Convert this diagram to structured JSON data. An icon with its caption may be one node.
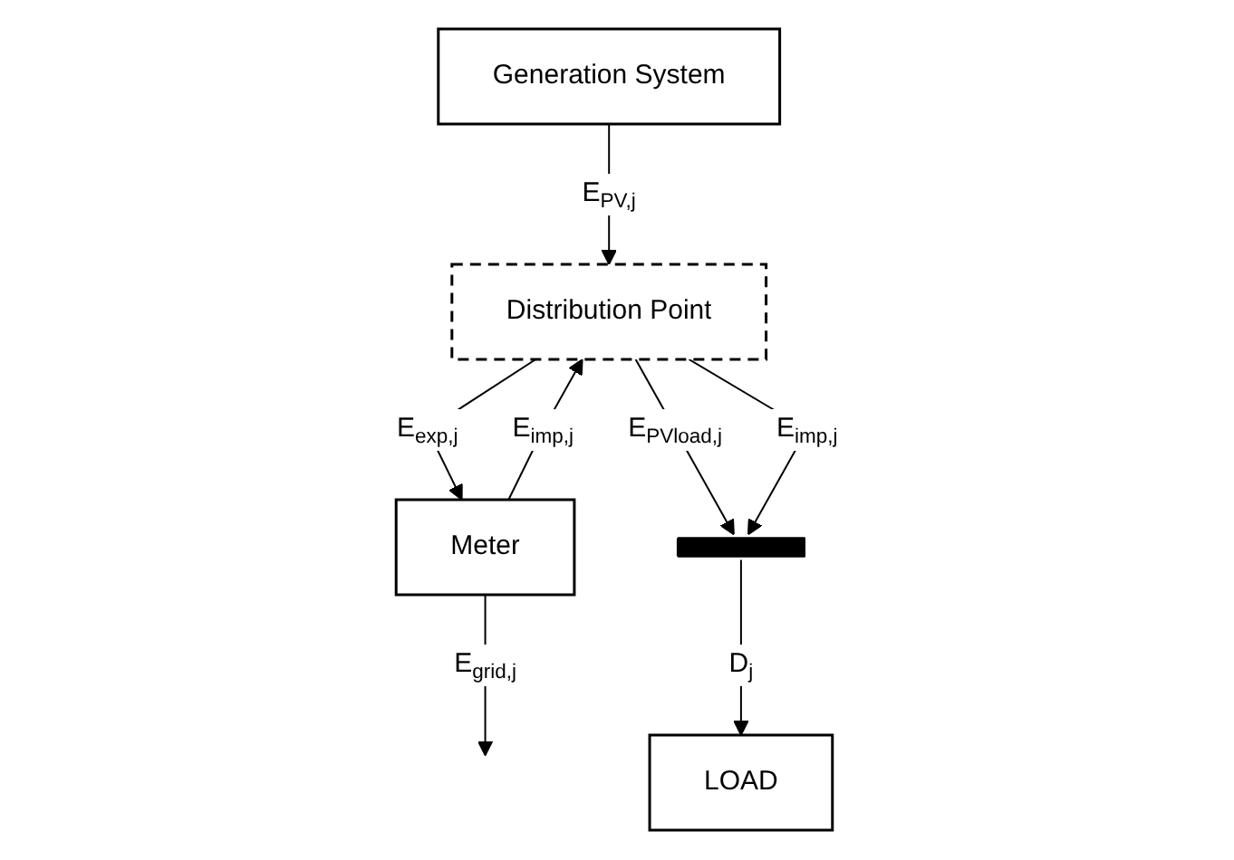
{
  "diagram": {
    "nodes": [
      {
        "text": [
          "Generation System"
        ]
      },
      {
        "text": [
          "Distribution Point"
        ]
      },
      {
        "text": [
          "Meter"
        ]
      },
      {
        "text": [],
        "shape": "bar"
      },
      {
        "text": [
          "LOAD"
        ]
      }
    ],
    "edges": [
      {
        "from": 0,
        "to": 1,
        "arrow": "to",
        "label": "E$_{PV,j}$"
      },
      {
        "from": 1,
        "to": 2,
        "arrow": "to",
        "label": "E$_{exp,j}$"
      },
      {
        "from": 2,
        "to": 1,
        "arrow": "to",
        "label": "E$_{imp,j}$"
      },
      {
        "from": 2,
        "to": null,
        "arrow": "to",
        "label": "E$_{grid,j}$"
      },
      {
        "from": 1,
        "to": 3,
        "arrow": "to",
        "label": "E$_{PVload,j}$"
      },
      {
        "from": 1,
        "to": 3,
        "arrow": "to",
        "label": "E$_{imp,j}$"
      },
      {
        "from": 3,
        "to": 4,
        "arrow": "to",
        "label": "D$_{j}$"
      }
    ]
  }
}
